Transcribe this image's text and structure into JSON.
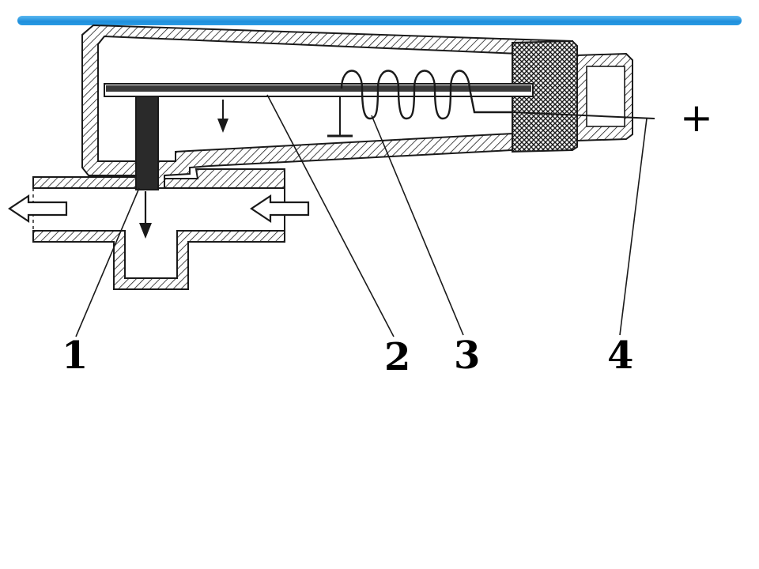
{
  "labels": {
    "part_1": "1",
    "part_2": "2",
    "part_3": "3",
    "part_4": "4",
    "terminal": "+"
  },
  "icons": {
    "outflow": "arrow-left-outline",
    "inflow": "arrow-left-outline",
    "drain": "arrow-down-icon",
    "deflection": "arrow-down-icon"
  },
  "colors": {
    "accent_bar": "#1f8fdc",
    "ink": "#1a1a1a"
  }
}
